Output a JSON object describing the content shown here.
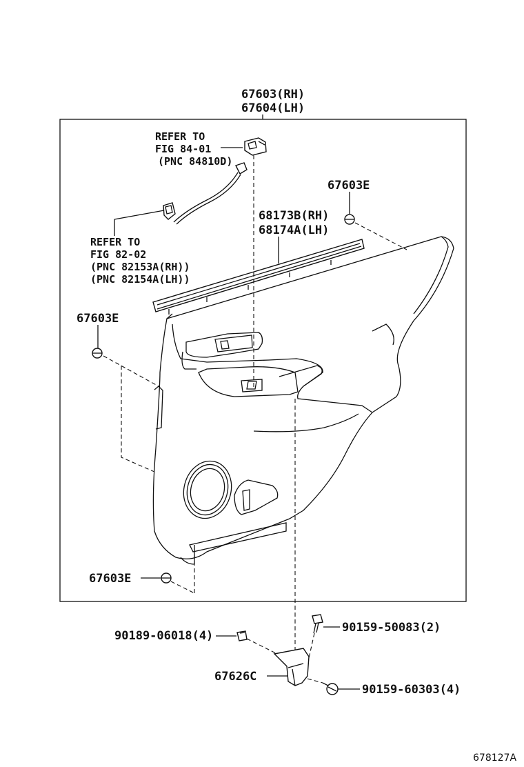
{
  "labels": {
    "main_rh": "67603(RH)",
    "main_lh": "67604(LH)",
    "refer1_line1": "REFER TO",
    "refer1_line2": "FIG 84-01",
    "refer1_line3": "(PNC 84810D)",
    "refer2_line1": "REFER TO",
    "refer2_line2": "FIG 82-02",
    "refer2_line3": "(PNC 82153A(RH))",
    "refer2_line4": "(PNC 82154A(LH))",
    "clip_top_right": "67603E",
    "clip_left": "67603E",
    "clip_bottom": "67603E",
    "weatherstrip_rh": "68173B(RH)",
    "weatherstrip_lh": "68174A(LH)",
    "screw_left": "90189-06018(4)",
    "bracket": "67626C",
    "bolt_top": "90159-50083(2)",
    "bolt_bottom": "90159-60303(4)",
    "figure_id": "678127A"
  }
}
